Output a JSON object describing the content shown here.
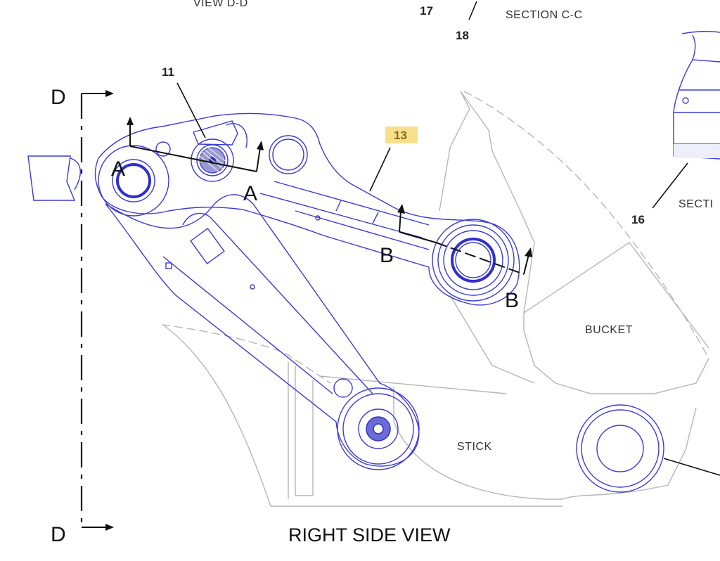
{
  "header": {
    "view_label_partial": "VIEW D-D",
    "section_cc": "SECTION C-C",
    "section_right_partial": "SECTI"
  },
  "callouts": {
    "c11": "11",
    "c13": "13",
    "c16": "16",
    "c17": "17",
    "c18": "18"
  },
  "section_marks": {
    "d_top": "D",
    "d_bottom": "D",
    "a_left": "A",
    "a_right": "A",
    "b_left": "B",
    "b_right": "B"
  },
  "part_labels": {
    "bucket": "BUCKET",
    "stick": "STICK"
  },
  "view_title": "RIGHT SIDE VIEW",
  "colors": {
    "linkage_blue": "#3b3bd6",
    "ghost_grey": "#b6b6b6",
    "highlight_yellow": "#f7e08a",
    "ink_black": "#111111"
  }
}
